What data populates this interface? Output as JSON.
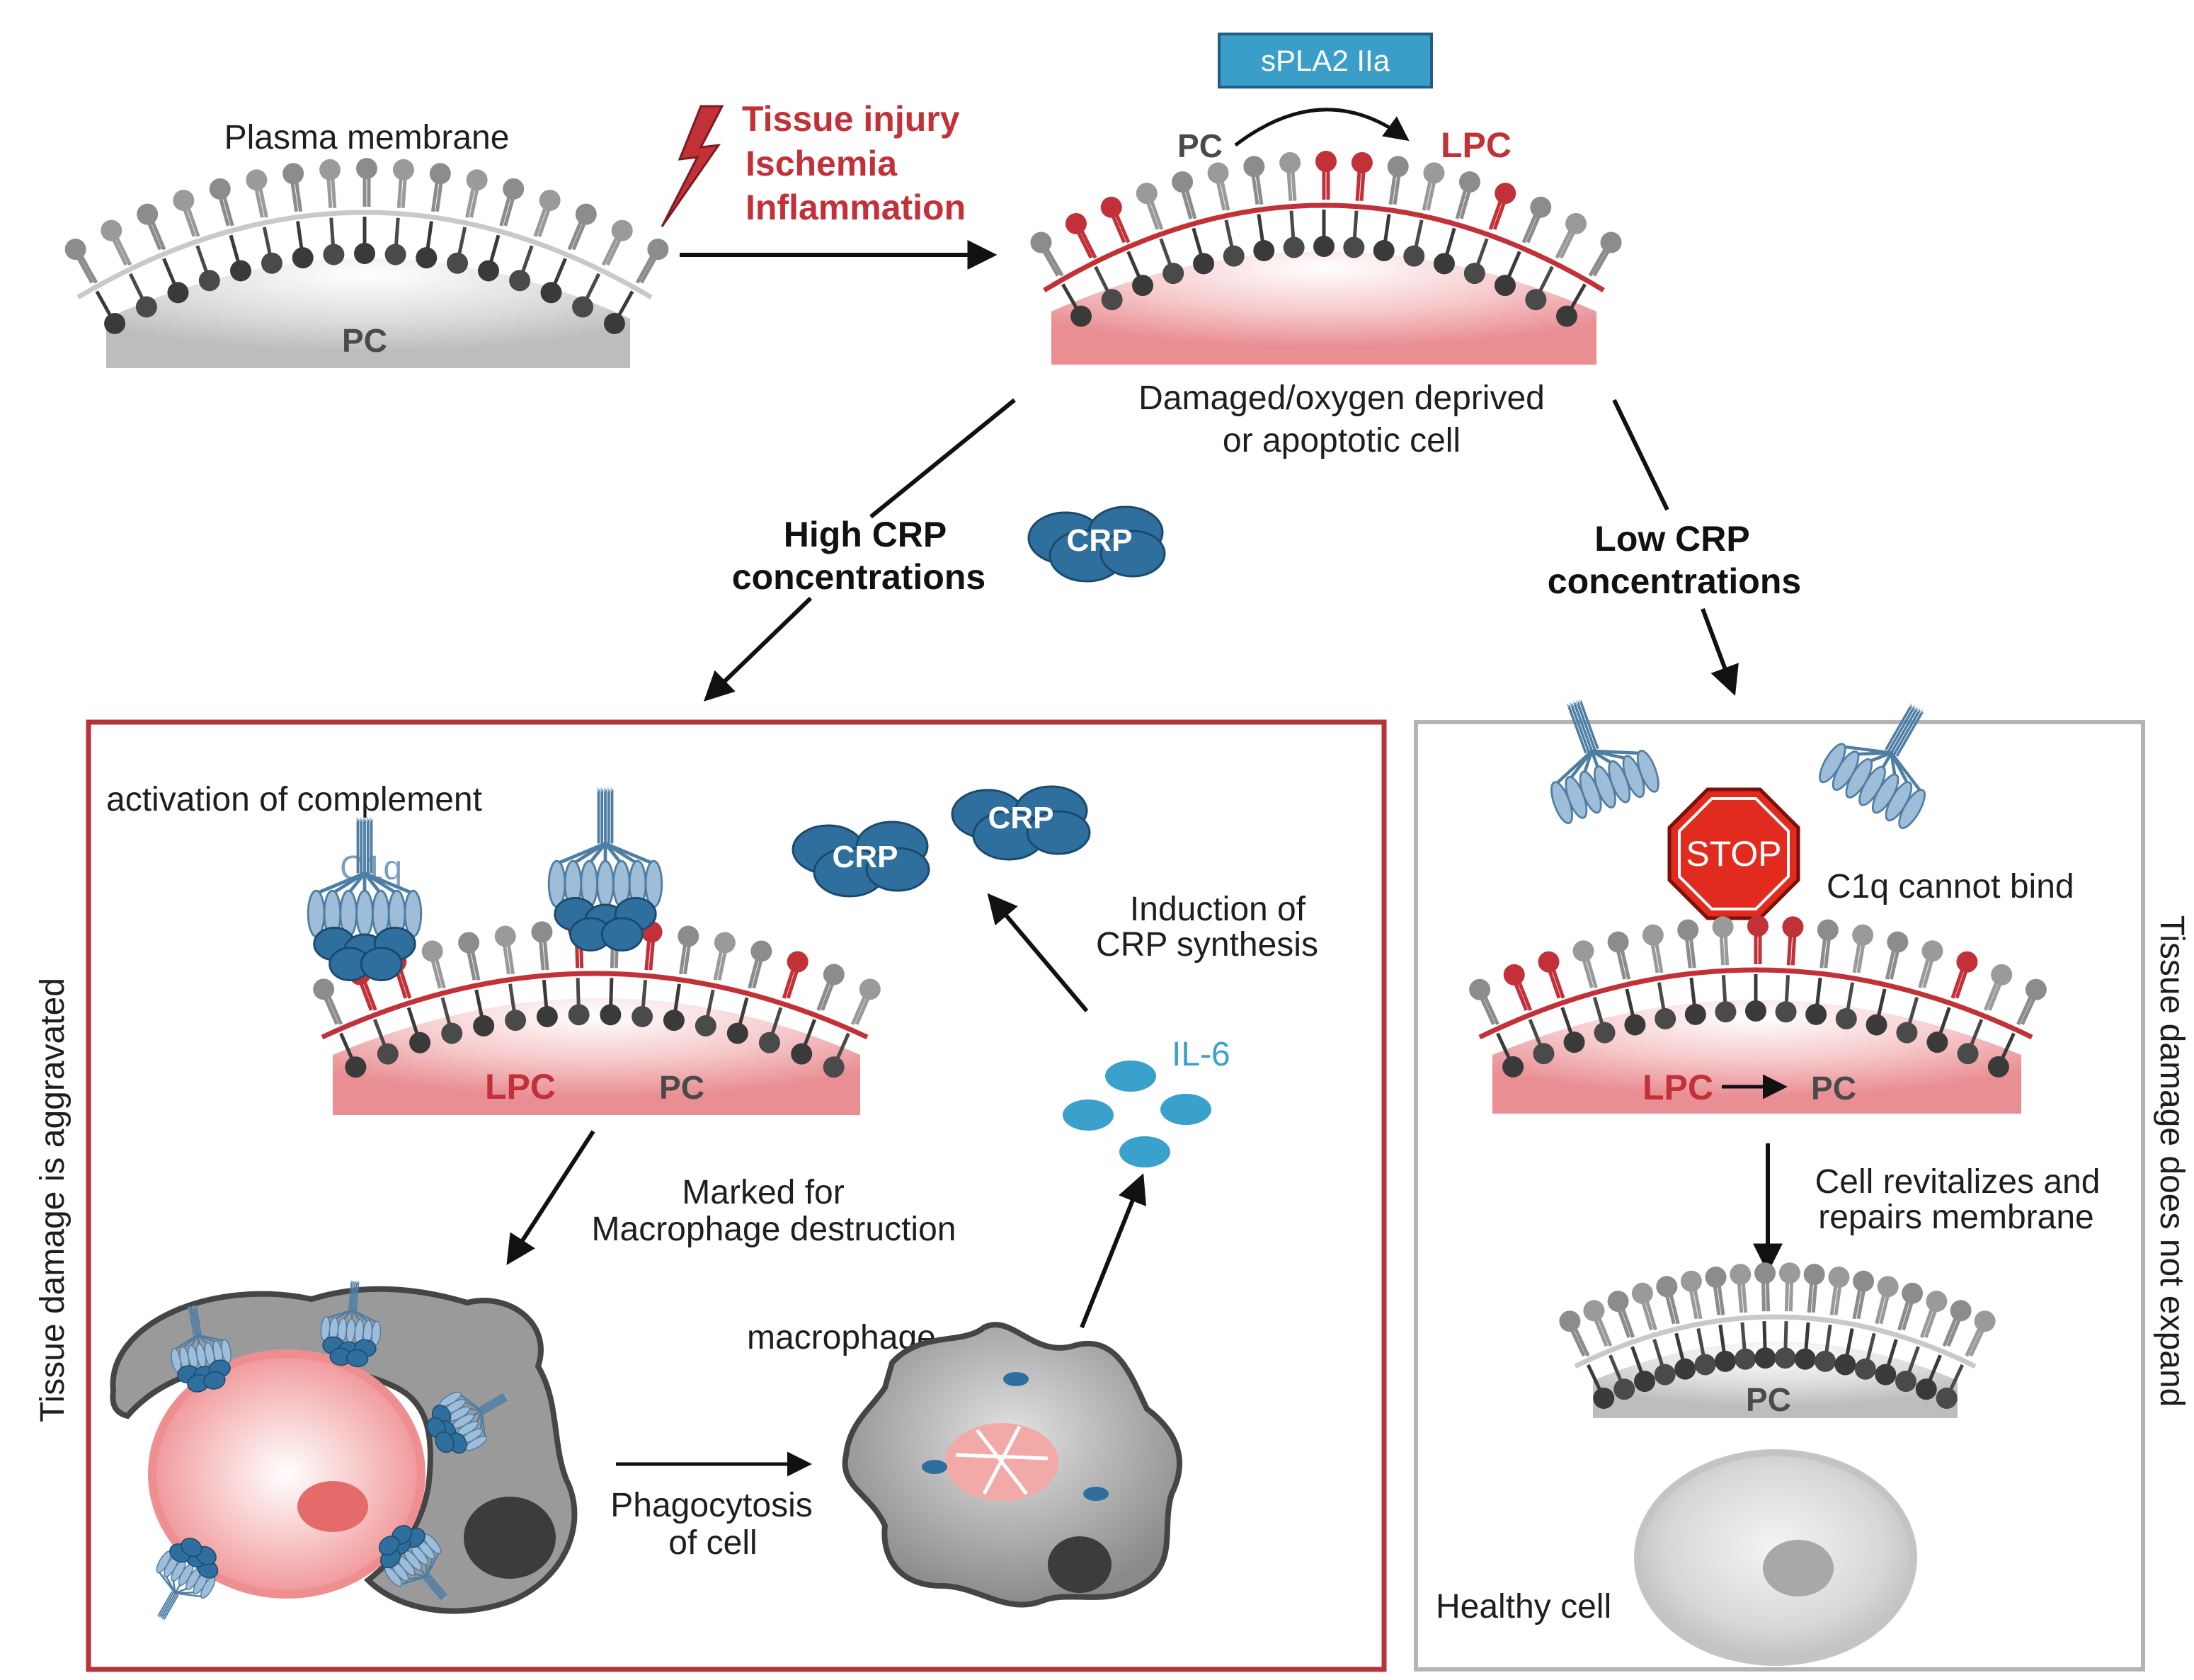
{
  "top": {
    "plasma_membrane": "Plasma membrane",
    "pc": "PC",
    "trigger_lines": [
      "Tissue injury",
      "Ischemia",
      "Inflammation"
    ],
    "enzyme": "sPLA2 IIa",
    "reaction_from": "PC",
    "reaction_to": "LPC",
    "damaged_cell_lines": [
      "Damaged/oxygen deprived",
      "or apoptotic cell"
    ]
  },
  "branches": {
    "high_lines": [
      "High CRP",
      "concentrations"
    ],
    "low_lines": [
      "Low CRP",
      "concentrations"
    ],
    "crp": "CRP"
  },
  "left_panel": {
    "side_label": "Tissue damage is aggravated",
    "complement": "activation of complement",
    "c1q": "C1q",
    "lpc": "LPC",
    "pc": "PC",
    "crp": "CRP",
    "induction_lines": [
      "Induction of",
      "CRP synthesis"
    ],
    "il6": "IL-6",
    "marked_lines": [
      "Marked for",
      "Macrophage destruction"
    ],
    "macrophage": "macrophage",
    "phago_lines": [
      "Phagocytosis",
      "of cell"
    ]
  },
  "right_panel": {
    "side_label": "Tissue damage does not expand",
    "stop": "STOP",
    "c1q_cannot": "C1q cannot bind",
    "lpc": "LPC",
    "arrow_to": "PC",
    "revitalize_lines": [
      "Cell revitalizes and",
      "repairs membrane"
    ],
    "pc": "PC",
    "healthy_cell": "Healthy cell"
  },
  "colors": {
    "red": "#c23038",
    "crp_blue": "#2e6f9e",
    "c1q_blue": "#9dbdd8",
    "il6_cyan": "#3aa0cc",
    "enzyme_box": "#3a9ec8",
    "panel_red": "#b8323a",
    "panel_gray": "#b4b4b4"
  }
}
